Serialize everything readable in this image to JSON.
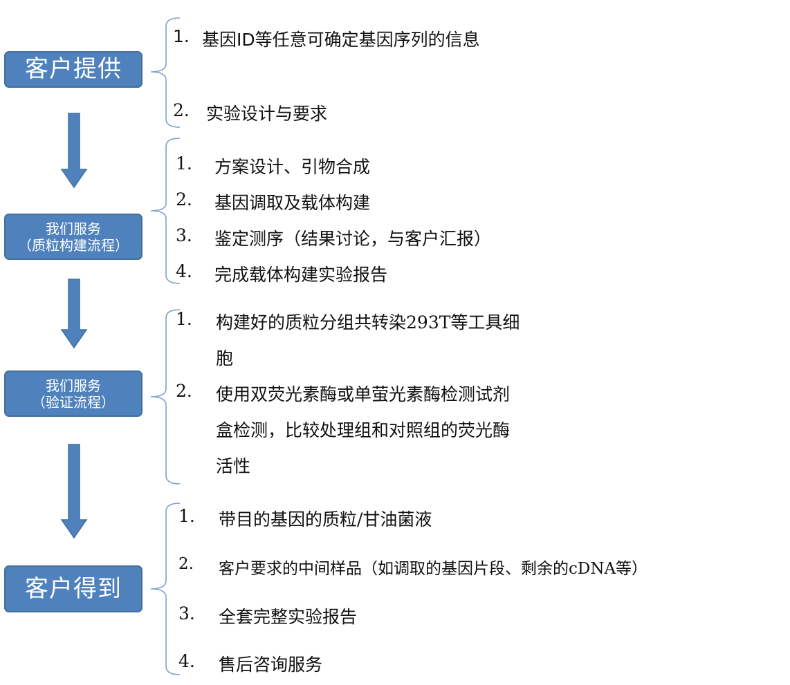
{
  "stages": [
    {
      "lines": [
        "客户提供"
      ]
    },
    {
      "lines": [
        "我们服务",
        "（质粒构建流程）"
      ]
    },
    {
      "lines": [
        "我们服务",
        "（验证流程）"
      ]
    },
    {
      "lines": [
        "客户得到"
      ]
    }
  ],
  "groups": [
    {
      "items": [
        {
          "num": "1.",
          "text": "基因ID等任意可确定基因序列的信息"
        },
        {
          "num": "2.",
          "text": "实验设计与要求"
        }
      ]
    },
    {
      "items": [
        {
          "num": "1.",
          "text": "方案设计、引物合成"
        },
        {
          "num": "2.",
          "text": "基因调取及载体构建"
        },
        {
          "num": "3.",
          "text": "鉴定测序（结果讨论，与客户汇报）"
        },
        {
          "num": "4.",
          "text": "完成载体构建实验报告"
        }
      ]
    },
    {
      "items": [
        {
          "num": "1.",
          "text": "构建好的质粒分组共转染293T等工具细",
          "cont": "胞"
        },
        {
          "num": "2.",
          "text": "使用双荧光素酶或单萤光素酶检测试剂",
          "cont": "盒检测，比较处理组和对照组的荧光酶",
          "cont2": "活性"
        }
      ]
    },
    {
      "items": [
        {
          "num": "1.",
          "text": "带目的基因的质粒/甘油菌液"
        },
        {
          "num": "2.",
          "text": "客户要求的中间样品（如调取的基因片段、剩余的cDNA等）"
        },
        {
          "num": "3.",
          "text": "全套完整实验报告"
        },
        {
          "num": "4.",
          "text": "售后咨询服务"
        }
      ]
    }
  ],
  "colors": {
    "box_fill": "#4f81bd",
    "box_border": "#41719c",
    "arrow_fill": "#4f81bd",
    "brace": "#7fa1c9"
  }
}
